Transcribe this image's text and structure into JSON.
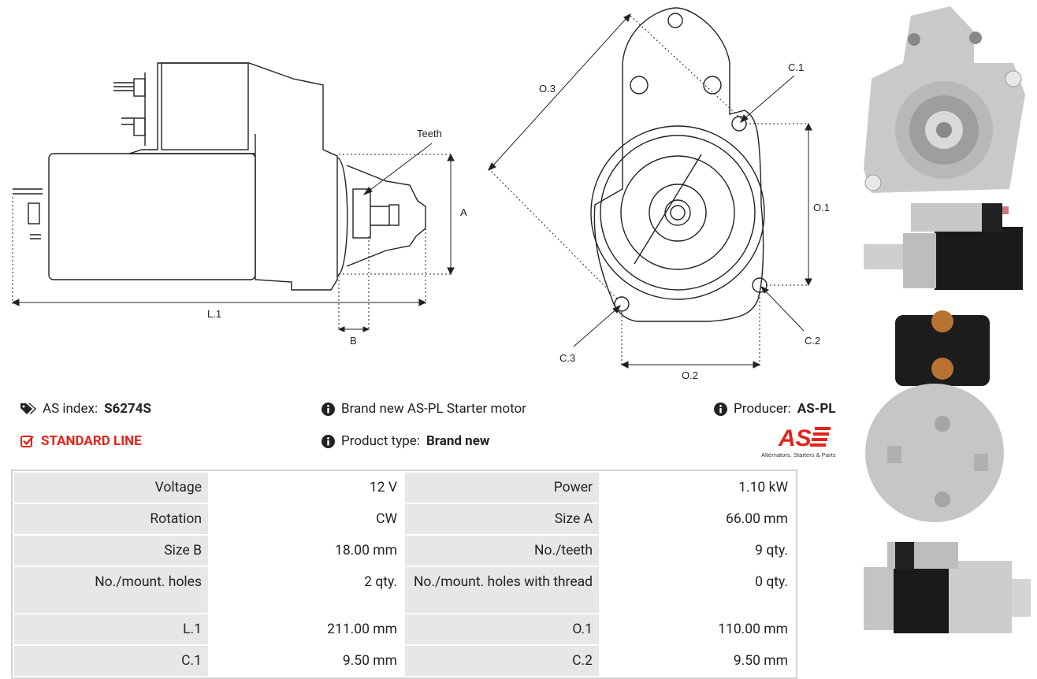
{
  "drawing": {
    "labels": {
      "teeth": "Teeth",
      "a": "A",
      "b": "B",
      "l1": "L.1",
      "o3": "O.3",
      "c1": "C.1",
      "o1": "O.1",
      "c2": "C.2",
      "c3": "C.3",
      "o2": "O.2"
    }
  },
  "info": {
    "as_index_label": "AS index:",
    "as_index_value": "S6274S",
    "line": "STANDARD LINE",
    "description": "Brand new AS-PL Starter motor",
    "product_type_label": "Product type:",
    "product_type_value": "Brand new",
    "producer_label": "Producer:",
    "producer_value": "AS-PL"
  },
  "brand": {
    "logo_text": "AS",
    "tagline": "Alternators, Starters & Parts",
    "color": "#e2231a"
  },
  "specs": [
    {
      "label1": "Voltage",
      "value1": "12 V",
      "label2": "Power",
      "value2": "1.10 kW"
    },
    {
      "label1": "Rotation",
      "value1": "CW",
      "label2": "Size A",
      "value2": "66.00 mm"
    },
    {
      "label1": "Size B",
      "value1": "18.00 mm",
      "label2": "No./teeth",
      "value2": "9 qty."
    },
    {
      "label1": "No./mount. holes",
      "value1": "2 qty.",
      "label2": "No./mount. holes with thread",
      "value2": "0 qty."
    },
    {
      "label1": "L.1",
      "value1": "211.00 mm",
      "label2": "O.1",
      "value2": "110.00 mm"
    },
    {
      "label1": "C.1",
      "value1": "9.50 mm",
      "label2": "C.2",
      "value2": "9.50 mm"
    }
  ]
}
